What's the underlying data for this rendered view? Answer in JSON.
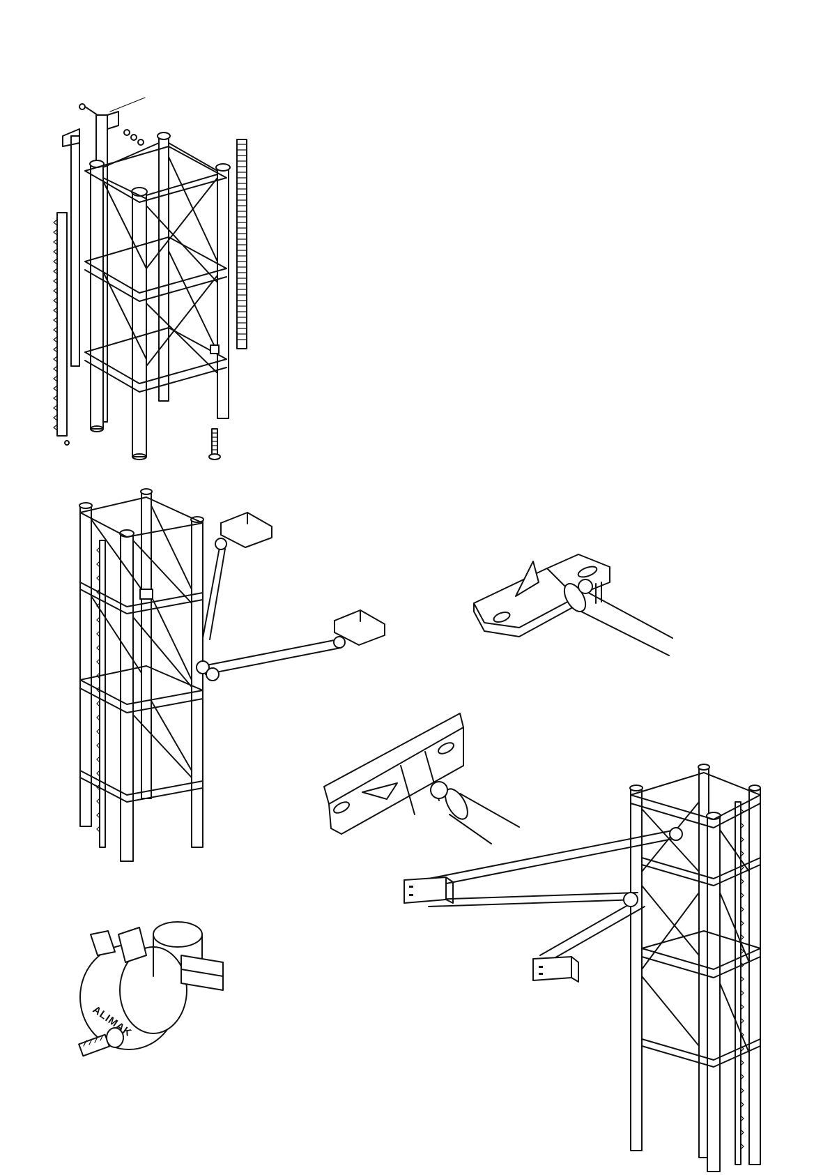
{
  "figures": [
    {
      "id": "mast-section-exploded",
      "icon": "mast-section-exploded-icon"
    },
    {
      "id": "mast-with-tie-in",
      "icon": "mast-tie-in-icon"
    },
    {
      "id": "wall-bracket-detail-top",
      "icon": "wall-bracket-icon"
    },
    {
      "id": "wall-bracket-detail-bottom",
      "icon": "wall-bracket-icon"
    },
    {
      "id": "mast-with-tie-in-right",
      "icon": "mast-tie-in-icon"
    },
    {
      "id": "tube-clamp",
      "icon": "tube-clamp-icon"
    }
  ],
  "clamp_logo": "ALIMAK",
  "colors": {
    "ink": "#111111",
    "paper": "#ffffff"
  }
}
